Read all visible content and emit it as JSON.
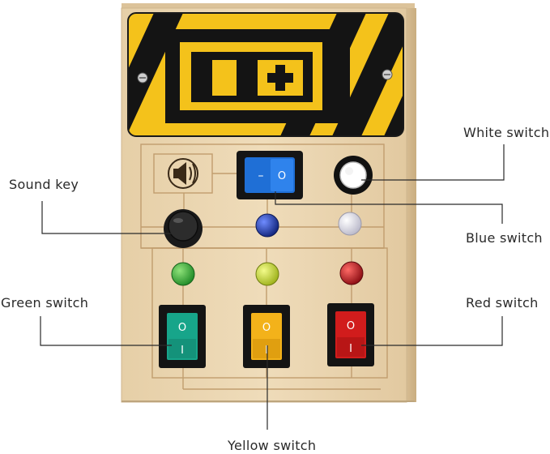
{
  "labels": {
    "white_switch": "White switch",
    "sound_key": "Sound key",
    "blue_switch": "Blue switch",
    "green_switch": "Green switch",
    "red_switch": "Red switch",
    "yellow_switch": "Yellow switch"
  },
  "switch_marks": {
    "off": "O",
    "on": "I",
    "blue_off": "O",
    "blue_on": "–"
  },
  "icons": {
    "top_panel": "battery-charging-icon",
    "sound_key": "speaker-icon"
  },
  "colors": {
    "wood": "#ead6b3",
    "wood_edge": "#cfb68e",
    "hazard_yellow": "#f4c21b",
    "hazard_black": "#141414",
    "green": "#17a58a",
    "yellow": "#f3b21a",
    "red": "#d11c1c",
    "blue": "#1f6fd6",
    "led_green": "#2fa833",
    "led_yellow": "#bcd126",
    "led_red": "#b9141c",
    "led_blue": "#1c3ba8",
    "led_white": "#dcdce6"
  }
}
